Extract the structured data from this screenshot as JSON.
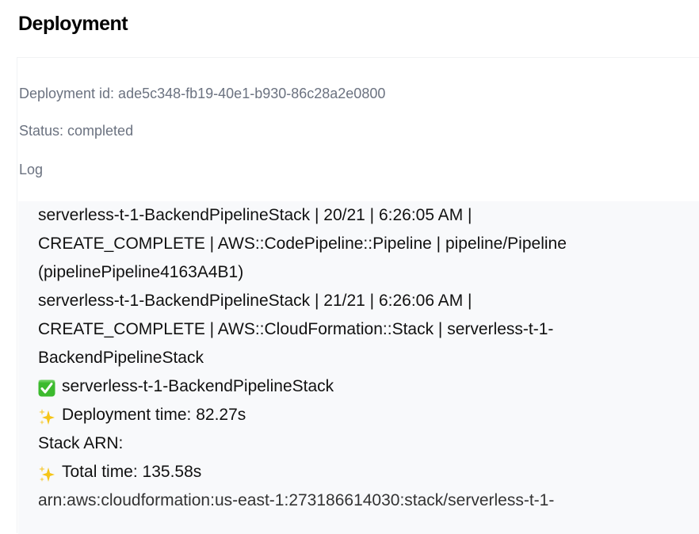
{
  "header": {
    "title": "Deployment"
  },
  "details": {
    "deployment_id_line": "Deployment id: ade5c348-fb19-40e1-b930-86c28a2e0800",
    "status_line": "Status: completed",
    "log_label": "Log"
  },
  "log": {
    "lines": [
      {
        "text": "serverless-t-1-BackendPipelineStack | 20/21 | 6:26:05 AM |",
        "icon": null
      },
      {
        "text": "CREATE_COMPLETE | AWS::CodePipeline::Pipeline | pipeline/Pipeline",
        "icon": null
      },
      {
        "text": "(pipelinePipeline4163A4B1)",
        "icon": null
      },
      {
        "text": "serverless-t-1-BackendPipelineStack | 21/21 | 6:26:06 AM |",
        "icon": null
      },
      {
        "text": "CREATE_COMPLETE | AWS::CloudFormation::Stack | serverless-t-1-",
        "icon": null
      },
      {
        "text": "BackendPipelineStack",
        "icon": null
      },
      {
        "text": "serverless-t-1-BackendPipelineStack",
        "icon": "check-box-icon"
      },
      {
        "text": "Deployment time: 82.27s",
        "icon": "sparkles-icon"
      },
      {
        "text": "Stack ARN:",
        "icon": null
      },
      {
        "text": "Total time: 135.58s",
        "icon": "sparkles-icon"
      },
      {
        "text": "arn:aws:cloudformation:us-east-1:273186614030:stack/serverless-t-1-",
        "icon": null
      }
    ]
  },
  "colors": {
    "title": "#000000",
    "info_text": "#6b7280",
    "log_background": "#f8f9fb",
    "check_green": "#3cba2e",
    "sparkle_yellow": "#f5c518"
  }
}
